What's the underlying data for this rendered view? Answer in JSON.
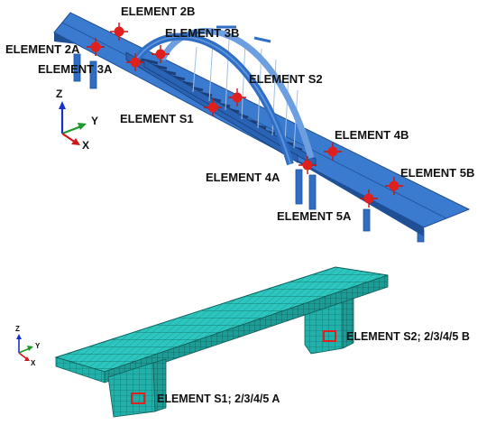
{
  "colors": {
    "bridge": "#2f6ec4",
    "bridge_dark": "#1f4f95",
    "bridge_light": "#5b93dc",
    "marker": "#e0201c",
    "mesh": "#2cc6bf",
    "mesh_line": "#0f5e5a",
    "element_box": "#e02020",
    "axis_z": "#1830c8",
    "axis_y": "#1c9a2a",
    "axis_x": "#d01818"
  },
  "top_labels": {
    "e2b": "ELEMENT 2B",
    "e2a": "ELEMENT 2A",
    "e3b": "ELEMENT 3B",
    "e3a": "ELEMENT 3A",
    "s2": "ELEMENT S2",
    "s1": "ELEMENT S1",
    "e4b": "ELEMENT 4B",
    "e4a": "ELEMENT 4A",
    "e5b": "ELEMENT 5B",
    "e5a": "ELEMENT 5A"
  },
  "bottom_labels": {
    "b_label": "ELEMENT S2; 2/3/4/5 B",
    "a_label": "ELEMENT S1; 2/3/4/5 A"
  },
  "triad": {
    "z": "Z",
    "y": "Y",
    "x": "X"
  }
}
